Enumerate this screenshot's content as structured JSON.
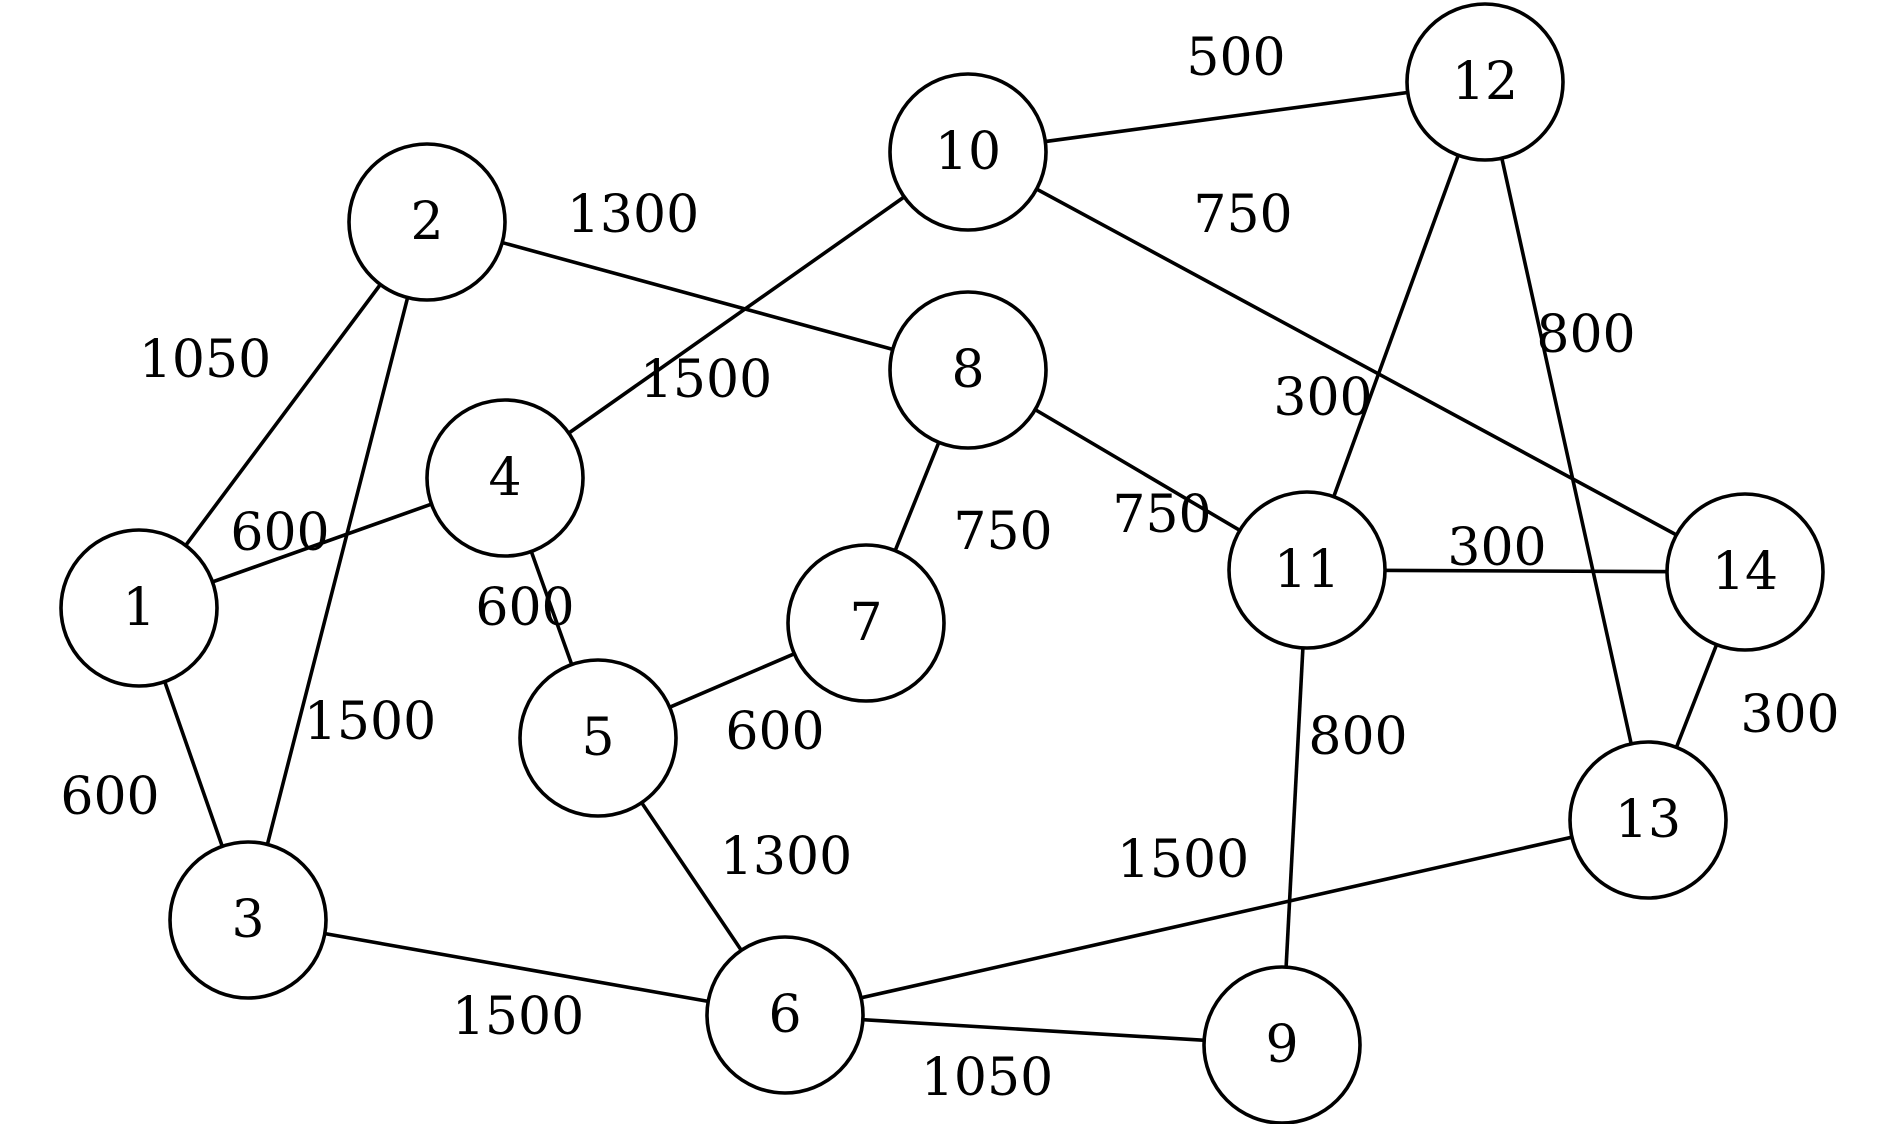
{
  "nodes": [
    {
      "id": "1",
      "label": "1"
    },
    {
      "id": "2",
      "label": "2"
    },
    {
      "id": "3",
      "label": "3"
    },
    {
      "id": "4",
      "label": "4"
    },
    {
      "id": "5",
      "label": "5"
    },
    {
      "id": "6",
      "label": "6"
    },
    {
      "id": "7",
      "label": "7"
    },
    {
      "id": "8",
      "label": "8"
    },
    {
      "id": "9",
      "label": "9"
    },
    {
      "id": "10",
      "label": "10"
    },
    {
      "id": "11",
      "label": "11"
    },
    {
      "id": "12",
      "label": "12"
    },
    {
      "id": "13",
      "label": "13"
    },
    {
      "id": "14",
      "label": "14"
    }
  ],
  "edges": [
    {
      "from": "1",
      "to": "2",
      "weight": "1050"
    },
    {
      "from": "1",
      "to": "3",
      "weight": "600"
    },
    {
      "from": "1",
      "to": "4",
      "weight": "600"
    },
    {
      "from": "2",
      "to": "3",
      "weight": "1500"
    },
    {
      "from": "2",
      "to": "8",
      "weight": "1300"
    },
    {
      "from": "3",
      "to": "6",
      "weight": "1500"
    },
    {
      "from": "4",
      "to": "5",
      "weight": "600"
    },
    {
      "from": "4",
      "to": "10",
      "weight": "1500"
    },
    {
      "from": "5",
      "to": "6",
      "weight": "1300"
    },
    {
      "from": "5",
      "to": "7",
      "weight": "600"
    },
    {
      "from": "6",
      "to": "9",
      "weight": "1050"
    },
    {
      "from": "6",
      "to": "13",
      "weight": "1500"
    },
    {
      "from": "7",
      "to": "8",
      "weight": "750"
    },
    {
      "from": "8",
      "to": "11",
      "weight": "750"
    },
    {
      "from": "9",
      "to": "11",
      "weight": "800"
    },
    {
      "from": "10",
      "to": "12",
      "weight": "500"
    },
    {
      "from": "10",
      "to": "14",
      "weight": "750"
    },
    {
      "from": "11",
      "to": "12",
      "weight": "300"
    },
    {
      "from": "11",
      "to": "14",
      "weight": "300"
    },
    {
      "from": "12",
      "to": "13",
      "weight": "800"
    },
    {
      "from": "13",
      "to": "14",
      "weight": "300"
    }
  ]
}
